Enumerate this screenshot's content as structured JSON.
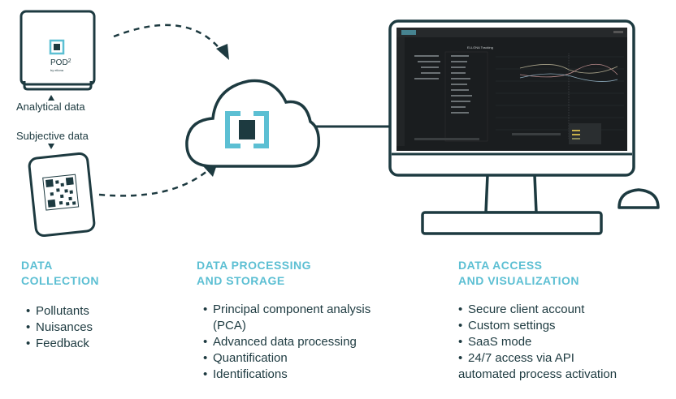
{
  "device": {
    "pod_label": "POD",
    "pod_superscript": "2",
    "pod_brand": "by ellona"
  },
  "labels": {
    "analytical": "Analytical data",
    "subjective": "Subjective data"
  },
  "dashboard": {
    "title": "ELLONA Tracking"
  },
  "columns": [
    {
      "heading_line1": "DATA",
      "heading_line2": "COLLECTION",
      "items": [
        "Pollutants",
        "Nuisances",
        "Feedback"
      ]
    },
    {
      "heading_line1": "DATA PROCESSING",
      "heading_line2": "AND STORAGE",
      "items": [
        "Principal component analysis",
        "(PCA)",
        "Advanced data processing",
        "Quantification",
        "Identifications"
      ]
    },
    {
      "heading_line1": "DATA ACCESS",
      "heading_line2": "AND VISUALIZATION",
      "items": [
        "Secure client account",
        "Custom settings",
        "SaaS mode",
        "24/7 access via API",
        "automated process activation"
      ]
    }
  ],
  "colors": {
    "accent": "#5cbfd3",
    "dark": "#1d3a40",
    "screen": "#1a1d1f"
  }
}
